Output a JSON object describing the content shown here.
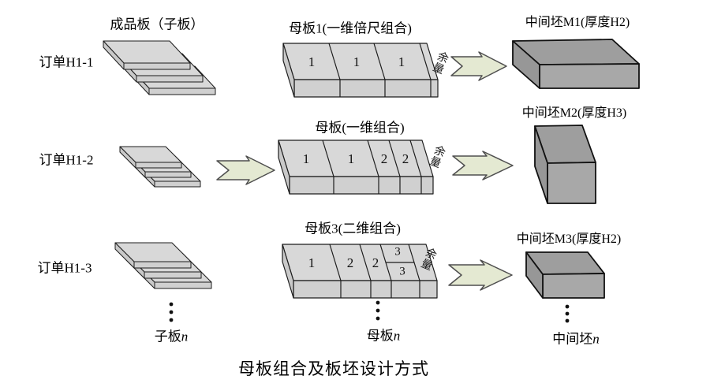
{
  "title": "母板组合及板坯设计方式",
  "headers": {
    "sub_plate": "成品板（子板）"
  },
  "rows": [
    {
      "order": "订单H1-1",
      "mother": "母板1(一维倍尺组合)",
      "cells": [
        "1",
        "1",
        "1"
      ],
      "margin": "余量",
      "billet": "中间坯M1(厚度H2)"
    },
    {
      "order": "订单H1-2",
      "mother": "母板(一维组合)",
      "cells": [
        "1",
        "1",
        "2",
        "2"
      ],
      "margin": "余量",
      "billet": "中间坯M2(厚度H3)"
    },
    {
      "order": "订单H1-3",
      "mother": "母板3(二维组合)",
      "cells": [
        "1",
        "2",
        "2"
      ],
      "split_top": "3",
      "split_bottom": "3",
      "margin": "余量",
      "billet": "中间坯M3(厚度H2)"
    }
  ],
  "footer": {
    "sub_plate": {
      "text": "子板",
      "var": "n"
    },
    "mother": {
      "text": "母板",
      "var": "n"
    },
    "billet": {
      "text": "中间坯",
      "var": "n"
    }
  },
  "colors": {
    "plate_top": "#d8d8d8",
    "plate_front": "#d0d0d0",
    "plate_side": "#c9c9c9",
    "billet_top": "#9e9e9e",
    "billet_front": "#a8a8a8",
    "billet_side": "#979797",
    "arrow_fill": "#e4e9d2",
    "arrow_stroke": "#4f4f4f",
    "outline": "#1c1c1c"
  }
}
